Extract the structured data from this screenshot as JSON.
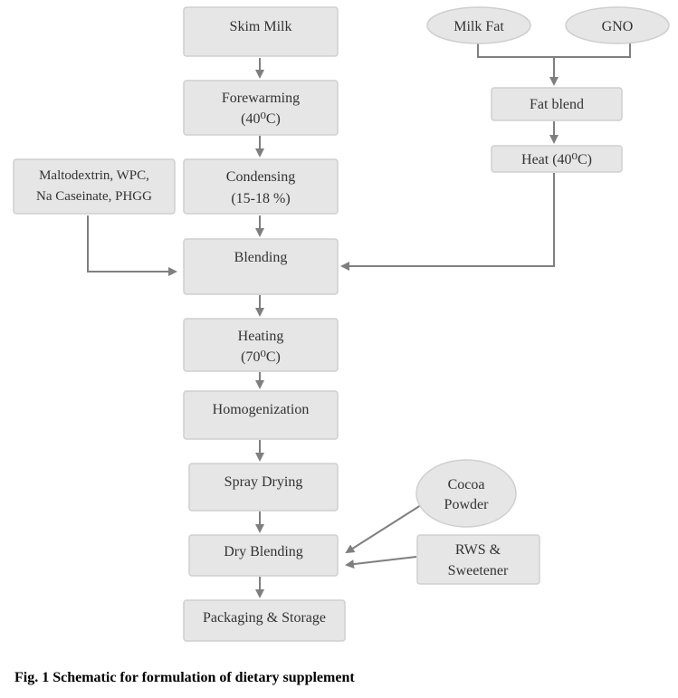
{
  "colors": {
    "box_fill": "#e6e6e6",
    "box_stroke": "#cfcfcf",
    "arrow": "#7f7f7f",
    "text": "#333333"
  },
  "nodes": {
    "skim_milk": "Skim Milk",
    "forewarming": {
      "line1": "Forewarming",
      "line2": "(40⁰C)"
    },
    "condensing": {
      "line1": "Condensing",
      "line2": "(15-18  %)"
    },
    "additives": {
      "line1": "Maltodextrin, WPC,",
      "line2": "Na Caseinate, PHGG"
    },
    "milk_fat": "Milk Fat",
    "gno": "GNO",
    "fat_blend": "Fat blend",
    "heat": "Heat (40⁰C)",
    "blending": "Blending",
    "heating": {
      "line1": "Heating",
      "line2": "(70⁰C)"
    },
    "homogenization": "Homogenization",
    "spray_drying": "Spray Drying",
    "dry_blending": "Dry Blending",
    "cocoa_powder": {
      "line1": "Cocoa",
      "line2": "Powder"
    },
    "rws_sweetener": {
      "line1": "RWS  &",
      "line2": "Sweetener"
    },
    "packaging": "Packaging & Storage"
  },
  "caption": "Fig. 1 Schematic for formulation of dietary supplement"
}
